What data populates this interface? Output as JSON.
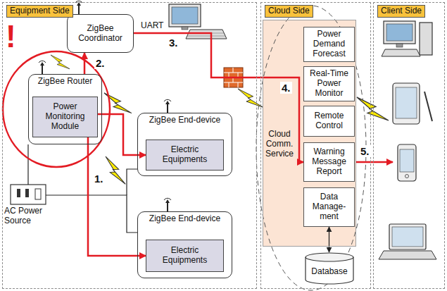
{
  "diagram": {
    "nodes": [
      {
        "text": [
          "Equipment Side"
        ]
      },
      {
        "text": [
          "ZigBee Coordinator"
        ],
        "in": 0
      },
      {
        "text": [
          "ZigBee Router"
        ],
        "in": 0
      },
      {
        "text": [
          "Power Monitoring Module"
        ],
        "in": 2
      },
      {
        "text": [
          "ZigBee End-device"
        ],
        "in": 0
      },
      {
        "text": [
          "Electric Equipments"
        ],
        "in": 4
      },
      {
        "text": [
          "ZigBee End-device"
        ],
        "in": 0
      },
      {
        "text": [
          "Electric Equipments"
        ],
        "in": 6
      },
      {
        "text": [
          "Cloud Side"
        ]
      },
      {
        "text": [
          "Cloud Comm. Service"
        ],
        "in": 8
      },
      {
        "text": [
          "Power Demand Forecast"
        ],
        "in": 9
      },
      {
        "text": [
          "Real-Time Power Monitor"
        ],
        "in": 9
      },
      {
        "text": [
          "Remote Control"
        ],
        "in": 9
      },
      {
        "text": [
          "Warning Message Report"
        ],
        "in": 9
      },
      {
        "text": [
          "Data Manage- ment"
        ],
        "in": 9
      },
      {
        "text": [
          "Database"
        ],
        "in": 8
      },
      {
        "text": [
          "Client Side"
        ]
      }
    ],
    "edges": [
      {
        "from": 3,
        "to": 5,
        "arrow": "to"
      },
      {
        "from": 3,
        "to": 7,
        "arrow": "to",
        "label": "1."
      },
      {
        "from": 2,
        "to": 1,
        "arrow": "to",
        "label": "2."
      },
      {
        "from": 1,
        "to": 13,
        "arrow": "to"
      },
      {
        "from": 14,
        "to": 15,
        "arrow": "both"
      }
    ],
    "labels": [
      "!",
      "UART",
      "3.",
      "4.",
      "5.",
      "AC Power Source"
    ]
  }
}
